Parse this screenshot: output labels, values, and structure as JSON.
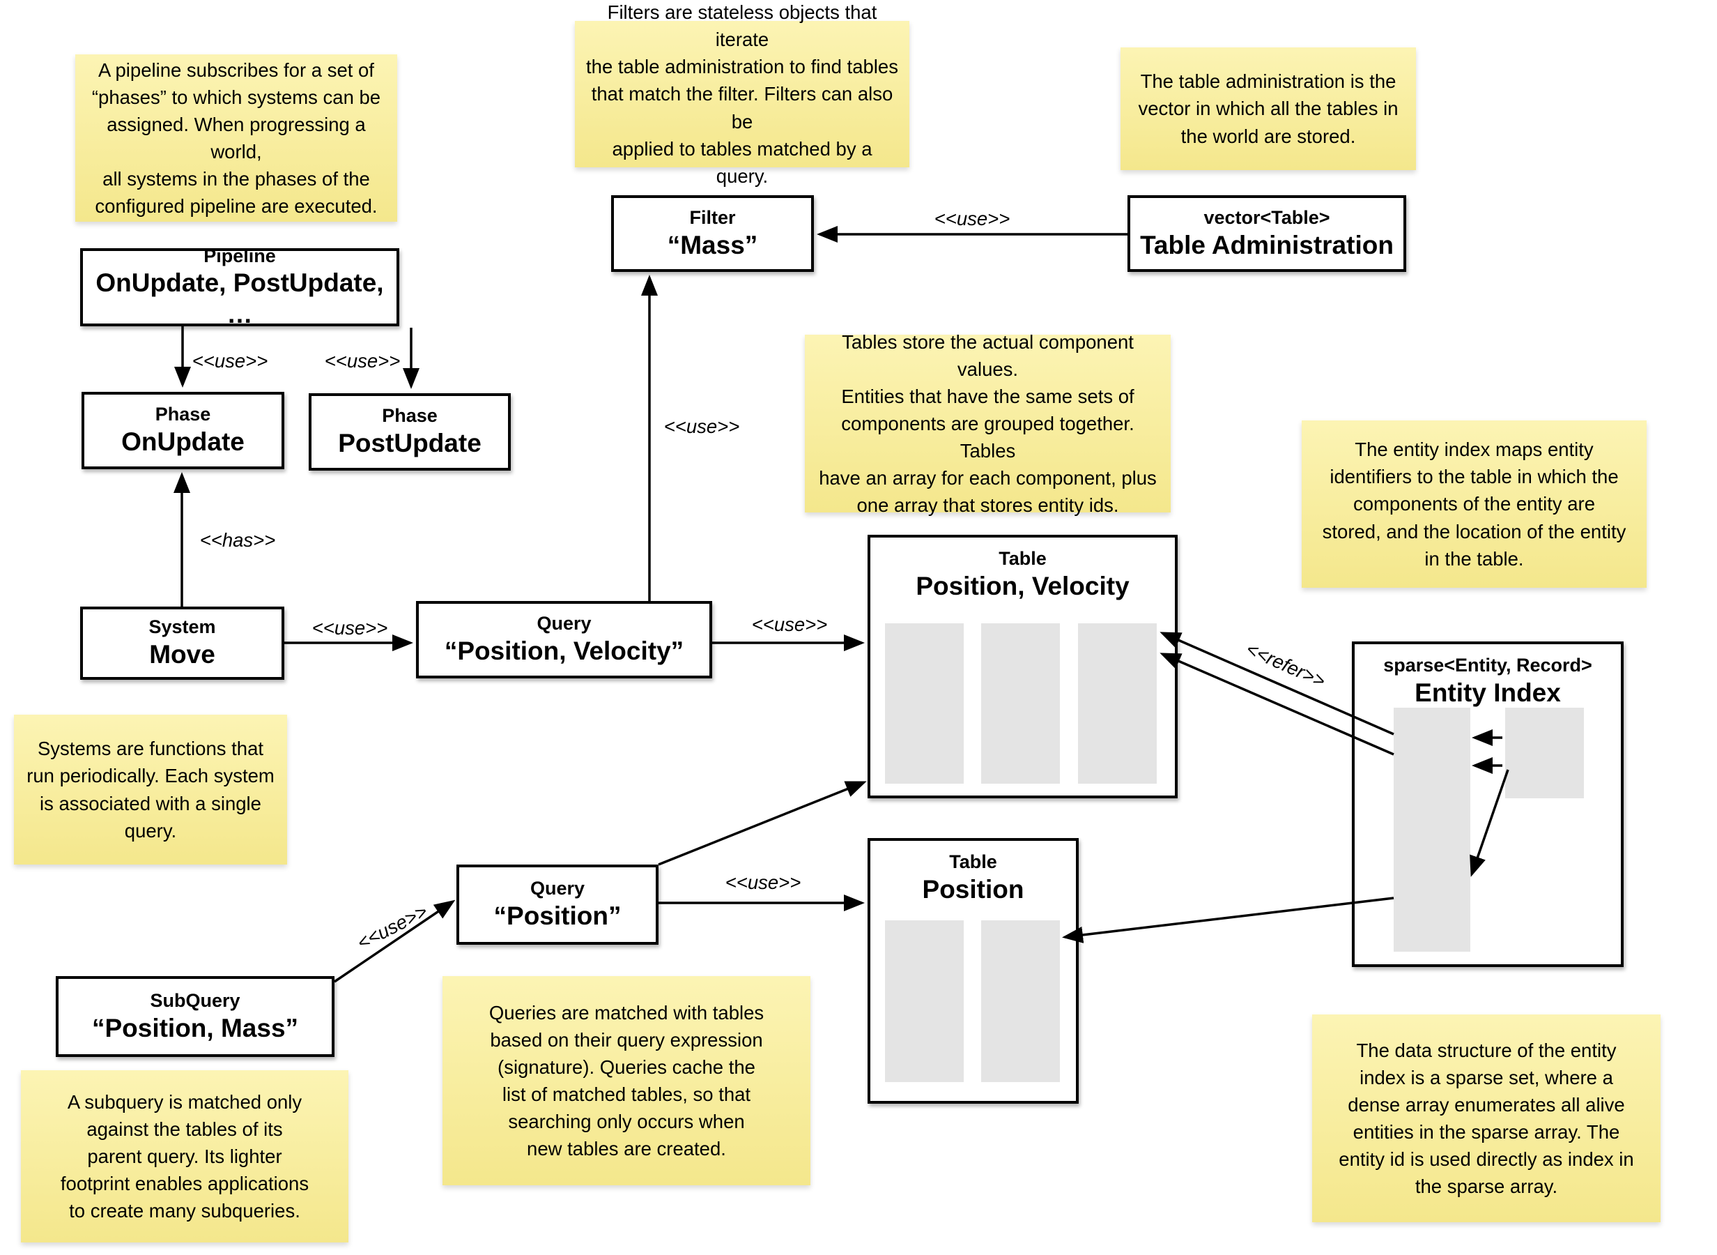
{
  "notes": {
    "pipeline": "A pipeline subscribes for a set of\n“phases” to which systems can be\nassigned. When progressing a world,\nall systems in the phases of the\nconfigured pipeline are executed.",
    "filters": "Filters are stateless objects that iterate\nthe table administration to find tables\nthat match the filter. Filters can also be\napplied to tables matched by a query.",
    "table_admin": "The table administration is the\nvector in which all the tables in\nthe world are stored.",
    "tables": "Tables store the actual component values.\nEntities that have the same sets of\ncomponents are grouped together. Tables\nhave an array for each component, plus\none array that stores entity ids.",
    "entity_index": "The entity index maps entity\nidentifiers to the table in which the\ncomponents of the entity are\nstored, and the location of the entity\nin the table.",
    "systems": "Systems are functions that\nrun periodically. Each system\nis associated with a single\nquery.",
    "queries": "Queries are matched with tables\nbased on their query expression\n(signature). Queries cache the\nlist of matched tables, so that\nsearching only occurs when\nnew tables are created.",
    "subquery": "A subquery is matched only\nagainst the tables of its\nparent query. Its lighter\nfootprint enables applications\nto create many subqueries.",
    "entity_data": "The data structure of the entity\nindex is a sparse set, where a\ndense array enumerates all alive\nentities in the sparse array. The\nentity id is used directly as index in\nthe sparse array."
  },
  "nodes": {
    "pipeline": {
      "title": "Pipeline",
      "value": "OnUpdate, PostUpdate, …"
    },
    "phase_onupdate": {
      "title": "Phase",
      "value": "OnUpdate"
    },
    "phase_postupdate": {
      "title": "Phase",
      "value": "PostUpdate"
    },
    "system_move": {
      "title": "System",
      "value": "Move"
    },
    "query_pv": {
      "title": "Query",
      "value": "“Position, Velocity”"
    },
    "filter_mass": {
      "title": "Filter",
      "value": "“Mass”"
    },
    "table_admin": {
      "title": "vector<Table>",
      "value": "Table Administration"
    },
    "table_pv": {
      "title": "Table",
      "value": "Position, Velocity"
    },
    "table_p": {
      "title": "Table",
      "value": "Position"
    },
    "query_p": {
      "title": "Query",
      "value": "“Position”"
    },
    "subquery": {
      "title": "SubQuery",
      "value": "“Position, Mass”"
    },
    "entity_index": {
      "title": "sparse<Entity, Record>",
      "value": "Entity Index"
    }
  },
  "edge_labels": {
    "use": "<<use>>",
    "has": "<<has>>",
    "refer": "<<refer>>"
  },
  "colors": {
    "note_bg_top": "#FCF4B4",
    "note_bg_bottom": "#F4E78C",
    "box_border": "#000000",
    "array_fill": "#E4E4E4"
  }
}
